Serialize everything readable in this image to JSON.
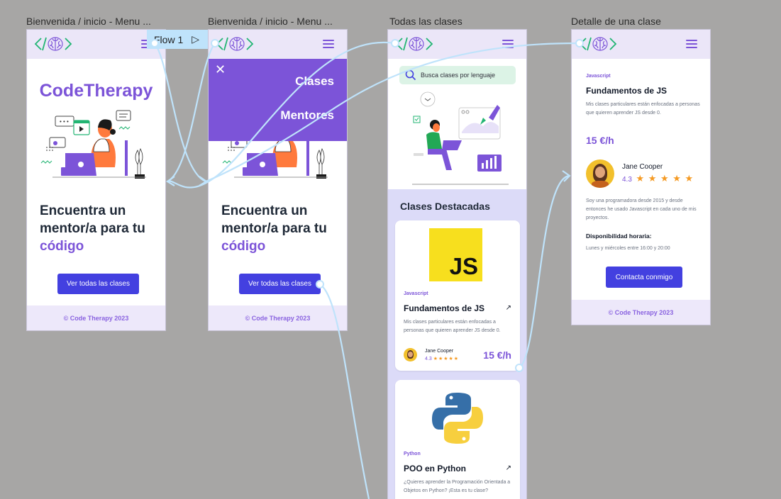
{
  "canvas": {
    "flow_badge": {
      "label": "Flow 1",
      "play_icon": "play-triangle-icon"
    },
    "connector_color": "#bfe3fb"
  },
  "frames": [
    {
      "label": "Bienvenida / inicio - Menu ...",
      "brand": "CodeTherapy",
      "hero": {
        "line1": "Encuentra un",
        "line2": "mentor/a para tu",
        "accent": "código"
      },
      "cta": "Ver todas las clases",
      "footer": "© Code Therapy 2023"
    },
    {
      "label": "Bienvenida / inicio - Menu ...",
      "menu": {
        "close_icon": "close-x-icon",
        "items": [
          "Clases",
          "Mentores"
        ]
      },
      "hero": {
        "line1": "Encuentra un",
        "line2": "mentor/a para tu",
        "accent": "código"
      },
      "cta": "Ver todas las clases",
      "footer": "© Code Therapy 2023"
    },
    {
      "label": "Todas las clases",
      "search": {
        "placeholder": "Busca clases por lenguaje"
      },
      "section_title": "Clases Destacadas",
      "cards": [
        {
          "logo": "JS",
          "tag": "Javascript",
          "title": "Fundamentos de JS",
          "description": "Mis clases particulares están enfocadas a personas que quieren aprender JS desde 0.",
          "mentor": "Jane Cooper",
          "rating": "4.3",
          "stars": "★★★★★",
          "price": "15 €/h"
        },
        {
          "logo": "python",
          "tag": "Python",
          "title": "POO en Python",
          "description": "¿Quieres aprender la Programación Orientada a Objetos en Python? ¡Esta es tu clase?"
        }
      ]
    },
    {
      "label": "Detalle de una clase",
      "tag": "Javascript",
      "title": "Fundamentos de JS",
      "description": "Mis clases particulares están enfocadas a personas que quieren aprender JS desde 0.",
      "price": "15 €/h",
      "mentor": {
        "name": "Jane Cooper",
        "rating": "4.3",
        "stars": "★ ★ ★ ★ ★"
      },
      "bio": "Soy una programadora desde 2015 y desde entonces he usado Javascript en cada uno de mis proyectos.",
      "availability_title": "Disponibilidad horaria:",
      "availability": "Lunes y miércoles entre 16:00 y 20:00",
      "cta": "Contacta conmigo",
      "footer": "© Code Therapy 2023"
    }
  ]
}
